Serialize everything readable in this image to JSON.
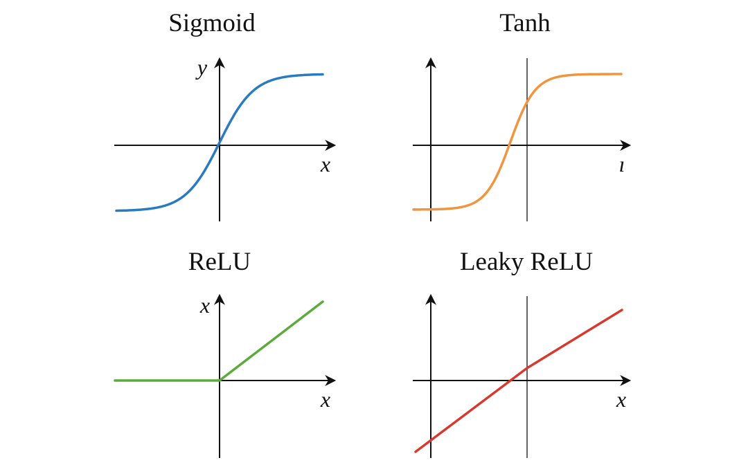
{
  "chart_data": [
    {
      "type": "line",
      "title": "Sigmoid",
      "xlabel": "x",
      "ylabel": "y",
      "function": "s-curve",
      "color": "#2a7ac0",
      "x": [
        -4,
        -3,
        -2,
        -1,
        0,
        1,
        2,
        3,
        4
      ],
      "y": [
        -1.0,
        -0.99,
        -0.96,
        -0.76,
        0,
        0.76,
        0.96,
        0.99,
        1.0
      ]
    },
    {
      "type": "line",
      "title": "Tanh",
      "xlabel": "ı",
      "ylabel": "",
      "function": "s-curve-shifted",
      "color": "#f0953f",
      "x": [
        -4,
        -3,
        -2,
        -1,
        0,
        1,
        2,
        3,
        4
      ],
      "y": [
        -1.0,
        -0.99,
        -0.96,
        -0.76,
        0,
        0.76,
        0.96,
        0.99,
        1.0
      ]
    },
    {
      "type": "line",
      "title": "ReLU",
      "xlabel": "x",
      "ylabel": "x",
      "function": "relu",
      "color": "#5aaa3c",
      "x": [
        -4,
        0,
        4
      ],
      "y": [
        0,
        0,
        3
      ]
    },
    {
      "type": "line",
      "title": "Leaky ReLU",
      "xlabel": "x",
      "ylabel": "",
      "function": "leaky-relu",
      "color": "#d63a2f",
      "x": [
        -3.7,
        0,
        0.65,
        4.3
      ],
      "y": [
        -2.8,
        0,
        0.5,
        2.7
      ]
    }
  ]
}
